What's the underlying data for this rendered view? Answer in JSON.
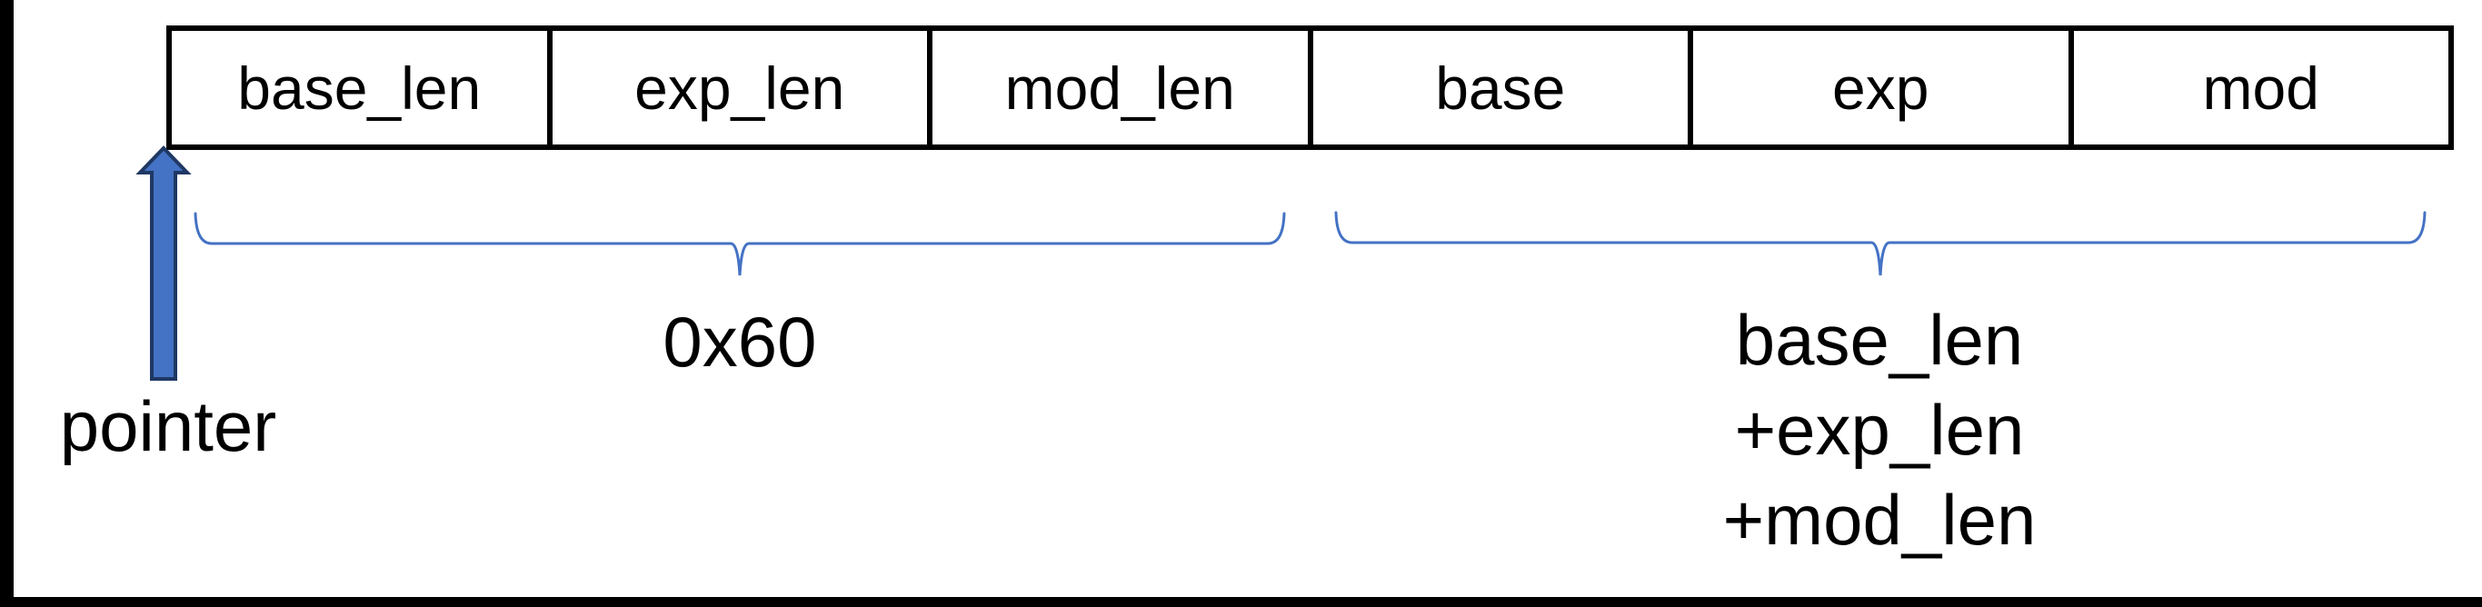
{
  "diagram": {
    "cells": [
      "base_len",
      "exp_len",
      "mod_len",
      "base",
      "exp",
      "mod"
    ],
    "pointer_label": "pointer",
    "span_left_label": "0x60",
    "span_right_lines": [
      "base_len",
      "+exp_len",
      "+mod_len"
    ]
  },
  "colors": {
    "arrow_fill": "#4472C4",
    "arrow_outline": "#1F3864",
    "brace": "#4472C4",
    "table_border": "#000000",
    "frame_bar": "#000000",
    "text": "#000000",
    "background": "#FFFFFF"
  }
}
